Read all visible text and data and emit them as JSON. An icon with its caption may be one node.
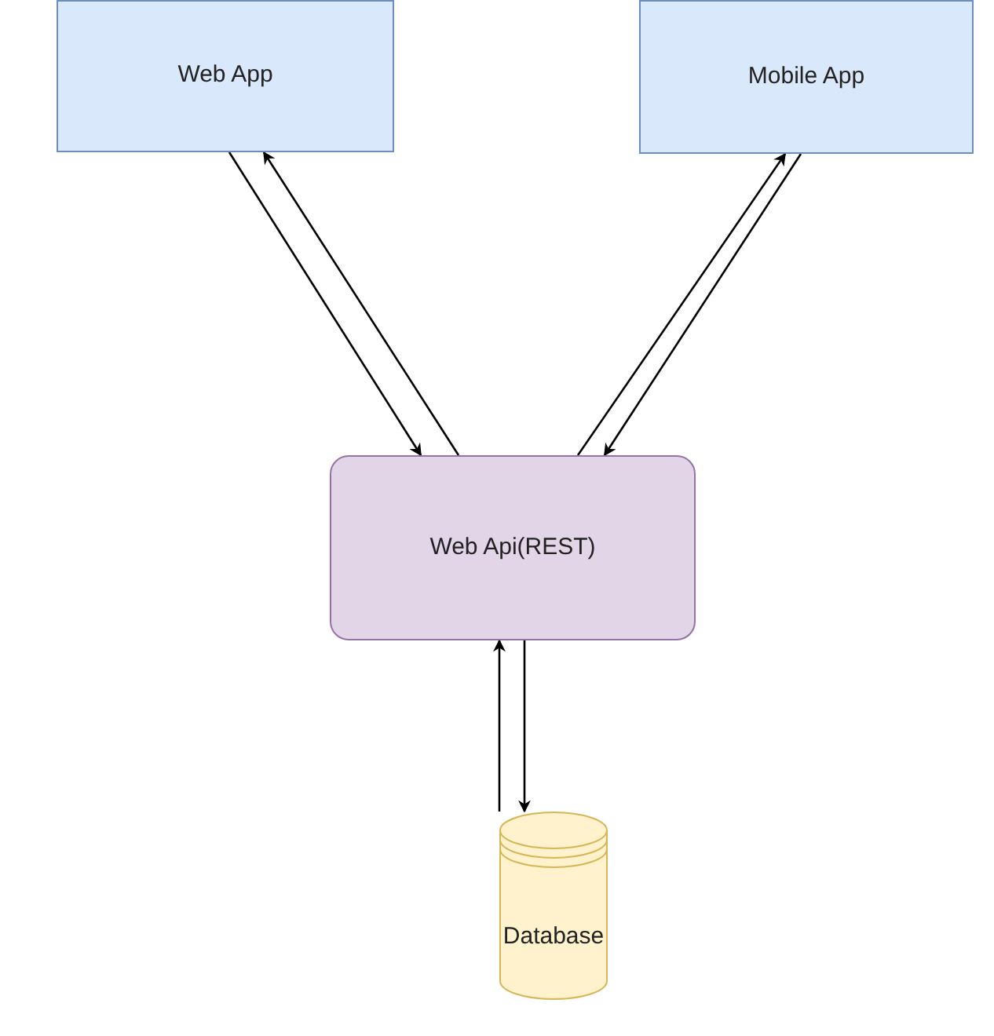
{
  "diagram": {
    "nodes": [
      {
        "text": [
          "Web App"
        ]
      },
      {
        "text": [
          "Mobile App"
        ]
      },
      {
        "text": [
          "Web Api(REST)"
        ]
      },
      {
        "text": [
          "Database"
        ]
      }
    ],
    "edges": [
      {
        "from": 0,
        "to": 2,
        "arrow": "to"
      },
      {
        "from": 2,
        "to": 0,
        "arrow": "to"
      },
      {
        "from": 2,
        "to": 1,
        "arrow": "to"
      },
      {
        "from": 1,
        "to": 2,
        "arrow": "to"
      },
      {
        "from": 3,
        "to": 2,
        "arrow": "to"
      },
      {
        "from": 2,
        "to": 3,
        "arrow": "to"
      }
    ]
  }
}
